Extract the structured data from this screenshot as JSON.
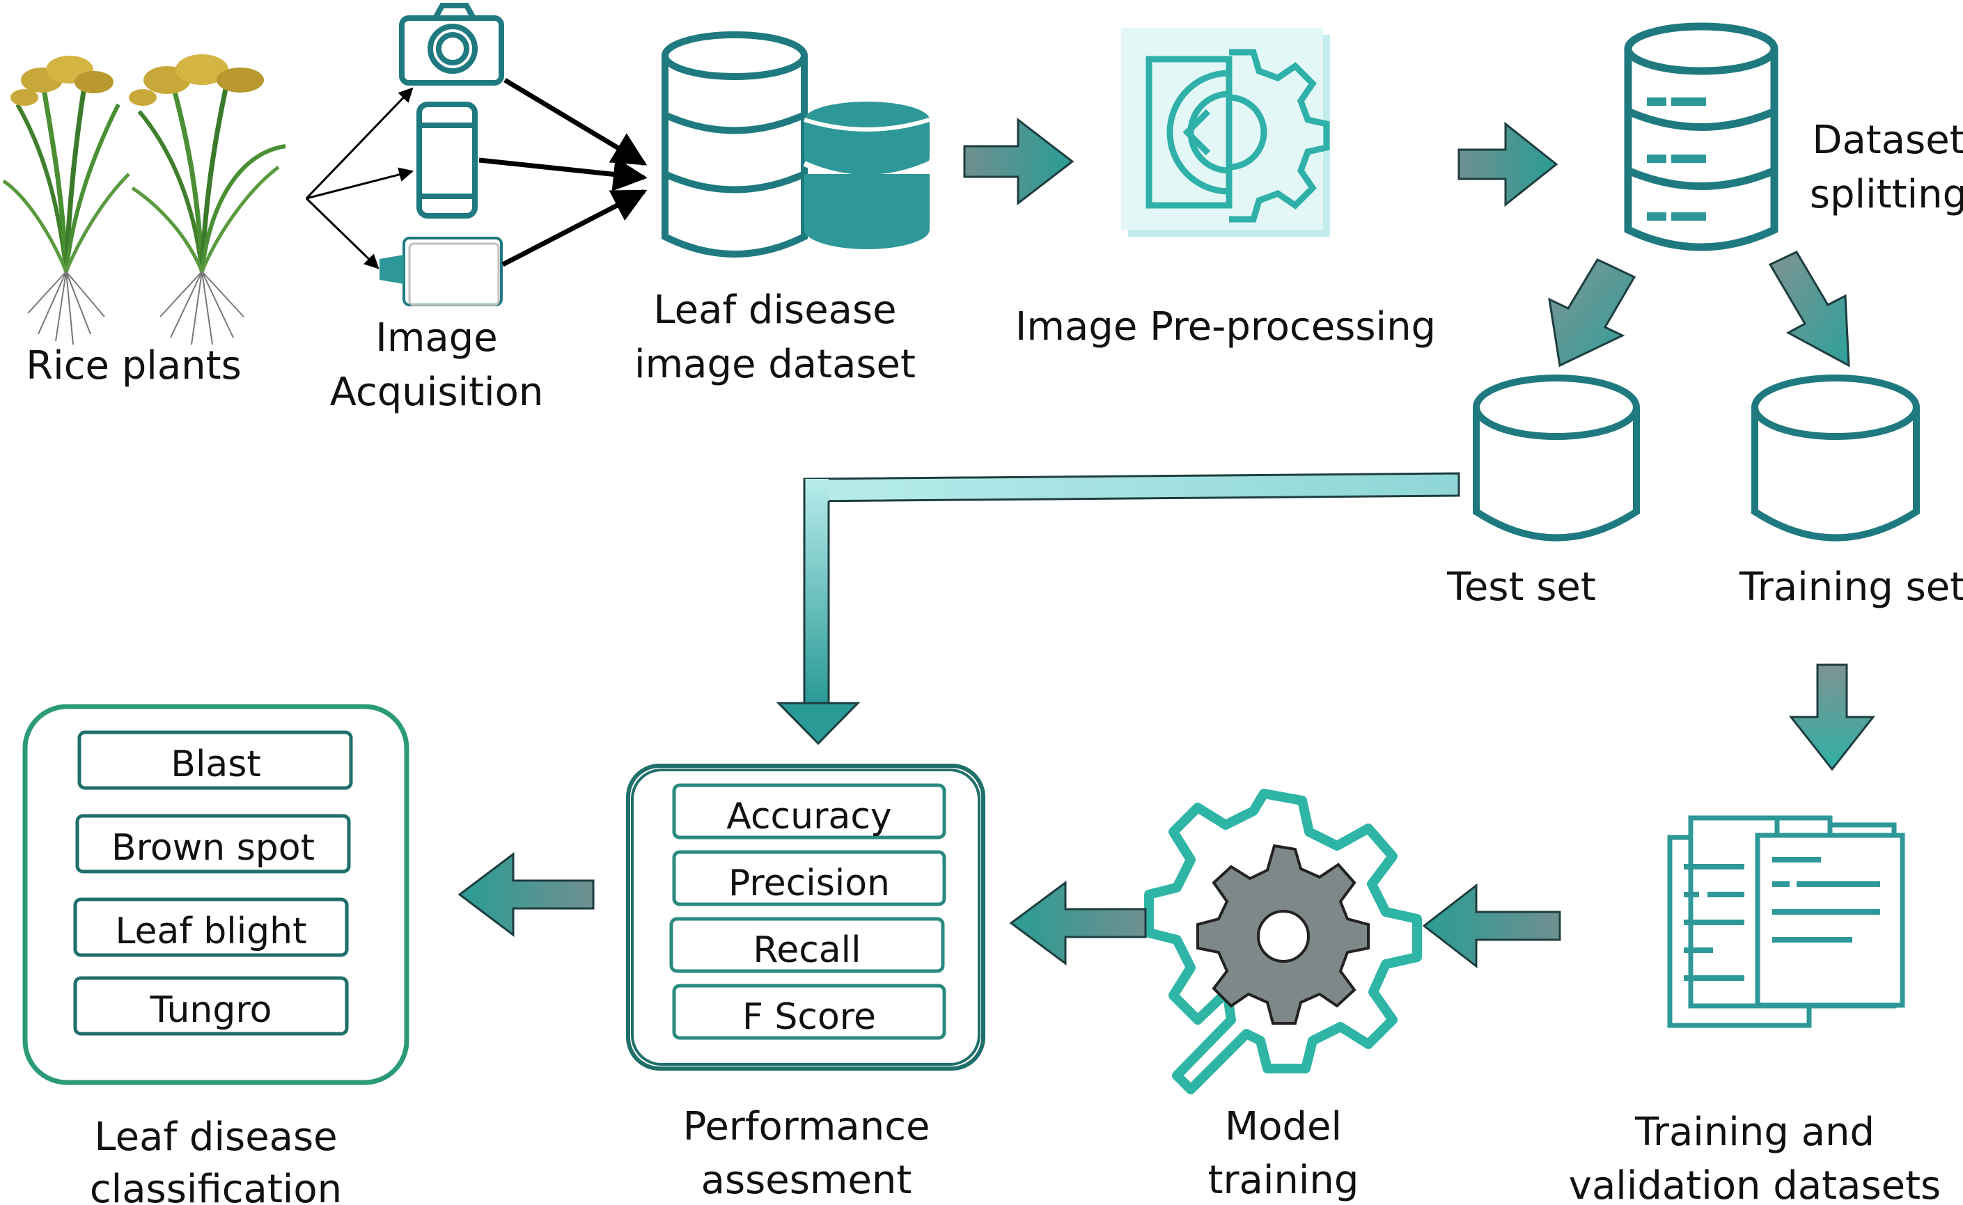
{
  "colors": {
    "teal_dark": "#1f7a80",
    "teal_mid": "#2e9898",
    "teal_light": "#a8e4e4",
    "green_box": "#2a9a78",
    "gear_light": "#2fb5a5",
    "gear_gray": "#7e8888"
  },
  "labels": {
    "rice_plants": "Rice plants",
    "image_acquisition_l1": "Image",
    "image_acquisition_l2": "Acquisition",
    "leaf_dataset_l1": "Leaf disease",
    "leaf_dataset_l2": "image dataset",
    "pre_processing": "Image Pre-processing",
    "dataset_split_l1": "Dataset",
    "dataset_split_l2": "splitting",
    "test_set": "Test set",
    "training_set": "Training set",
    "train_val_l1": "Training and",
    "train_val_l2": "validation datasets",
    "model_training_l1": "Model",
    "model_training_l2": "training",
    "performance_l1": "Performance",
    "performance_l2": "assesment",
    "classification_l1": "Leaf disease",
    "classification_l2": "classification"
  },
  "metrics": [
    "Accuracy",
    "Precision",
    "Recall",
    "F Score"
  ],
  "classes": [
    "Blast",
    "Brown spot",
    "Leaf blight",
    "Tungro"
  ],
  "icons": [
    "rice-plant-icon",
    "camera-icon",
    "phone-icon",
    "tablet-icon",
    "database-icon",
    "code-gear-icon",
    "server-icon",
    "cylinder-icon",
    "documents-icon",
    "gear-icon"
  ]
}
